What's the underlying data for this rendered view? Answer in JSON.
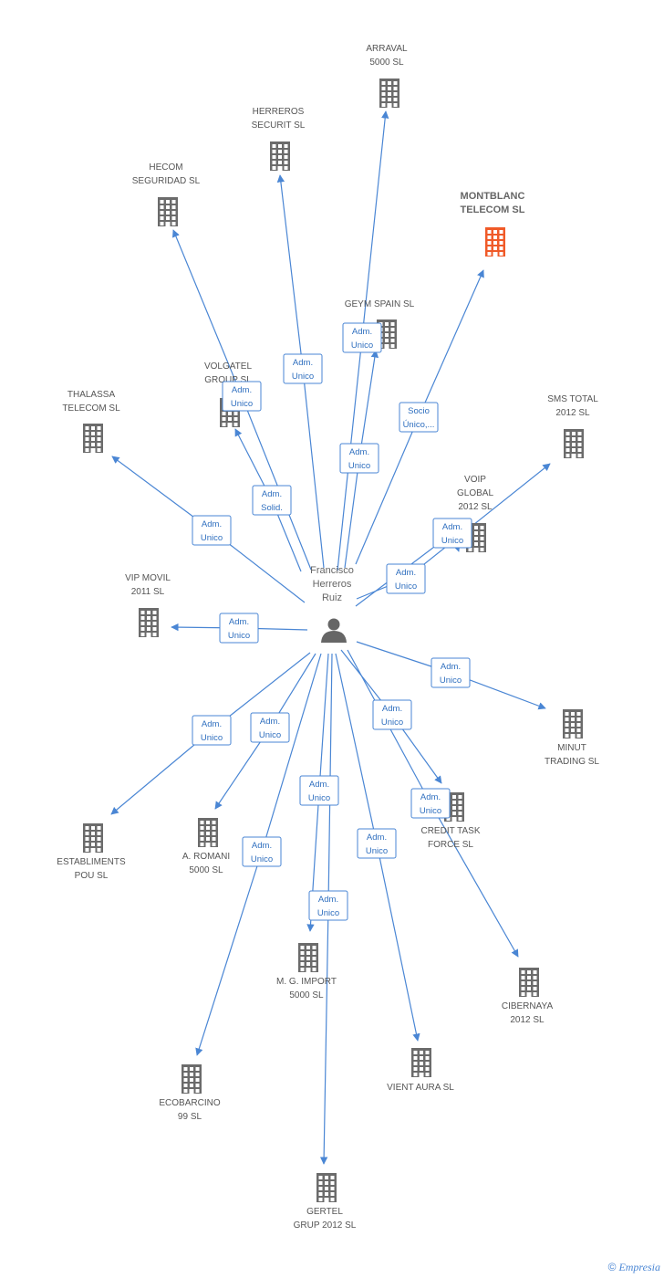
{
  "colors": {
    "edge": "#4a86d4",
    "building": "#6b6b6b",
    "highlight": "#f05a28",
    "person": "#666666"
  },
  "center": {
    "name_lines": [
      "Francisco",
      "Herreros",
      "Ruiz"
    ],
    "icon": "person-icon"
  },
  "nodes": [
    {
      "id": "arraval",
      "lines": [
        "ARRAVAL",
        "5000 SL"
      ],
      "icon": "building-icon",
      "highlight": false
    },
    {
      "id": "herreros",
      "lines": [
        "HERREROS",
        "SECURIT SL"
      ],
      "icon": "building-icon",
      "highlight": false
    },
    {
      "id": "hecom",
      "lines": [
        "HECOM",
        "SEGURIDAD SL"
      ],
      "icon": "building-icon",
      "highlight": false
    },
    {
      "id": "montblanc",
      "lines": [
        "MONTBLANC",
        "TELECOM SL"
      ],
      "icon": "building-icon",
      "highlight": true
    },
    {
      "id": "geym",
      "lines": [
        "GEYM SPAIN SL"
      ],
      "icon": "building-icon",
      "highlight": false
    },
    {
      "id": "volgatel",
      "lines": [
        "VOLGATEL",
        "GROUP SL"
      ],
      "icon": "building-icon",
      "highlight": false
    },
    {
      "id": "thalassa",
      "lines": [
        "THALASSA",
        "TELECOM SL"
      ],
      "icon": "building-icon",
      "highlight": false
    },
    {
      "id": "smstotal",
      "lines": [
        "SMS TOTAL",
        "2012 SL"
      ],
      "icon": "building-icon",
      "highlight": false
    },
    {
      "id": "voip",
      "lines": [
        "VOIP",
        "GLOBAL",
        "2012 SL"
      ],
      "icon": "building-icon",
      "highlight": false
    },
    {
      "id": "vipmovil",
      "lines": [
        "VIP MOVIL",
        "2011 SL"
      ],
      "icon": "building-icon",
      "highlight": false
    },
    {
      "id": "minut",
      "lines": [
        "MINUT",
        "TRADING SL"
      ],
      "icon": "building-icon",
      "highlight": false
    },
    {
      "id": "establiments",
      "lines": [
        "ESTABLIMENTS",
        "POU SL"
      ],
      "icon": "building-icon",
      "highlight": false
    },
    {
      "id": "aromani",
      "lines": [
        "A.  ROMANI",
        "5000 SL"
      ],
      "icon": "building-icon",
      "highlight": false
    },
    {
      "id": "credittask",
      "lines": [
        "CREDIT TASK",
        "FORCE SL"
      ],
      "icon": "building-icon",
      "highlight": false
    },
    {
      "id": "mgimport",
      "lines": [
        "M.  G. IMPORT",
        "5000 SL"
      ],
      "icon": "building-icon",
      "highlight": false
    },
    {
      "id": "cibernaya",
      "lines": [
        "CIBERNAYA",
        "2012 SL"
      ],
      "icon": "building-icon",
      "highlight": false
    },
    {
      "id": "vientaura",
      "lines": [
        "VIENT AURA SL"
      ],
      "icon": "building-icon",
      "highlight": false
    },
    {
      "id": "ecobarcino",
      "lines": [
        "ECOBARCINO",
        "99 SL"
      ],
      "icon": "building-icon",
      "highlight": false
    },
    {
      "id": "gertel",
      "lines": [
        "GERTEL",
        "GRUP 2012 SL"
      ],
      "icon": "building-icon",
      "highlight": false
    }
  ],
  "edges": [
    {
      "to": "arraval",
      "label": [
        "Adm.",
        "Unico"
      ]
    },
    {
      "to": "herreros",
      "label": [
        "Adm.",
        "Unico"
      ]
    },
    {
      "to": "hecom",
      "label": [
        "Adm.",
        "Unico"
      ]
    },
    {
      "to": "montblanc",
      "label": [
        "Socio",
        "Único,..."
      ]
    },
    {
      "to": "geym",
      "label": [
        "Adm.",
        "Unico"
      ]
    },
    {
      "to": "volgatel",
      "label": [
        "Adm.",
        "Solid."
      ]
    },
    {
      "to": "thalassa",
      "label": [
        "Adm.",
        "Unico"
      ]
    },
    {
      "to": "smstotal",
      "label": [
        "Adm.",
        "Unico"
      ]
    },
    {
      "to": "voip",
      "label": [
        "Adm.",
        "Unico"
      ]
    },
    {
      "to": "vipmovil",
      "label": [
        "Adm.",
        "Unico"
      ]
    },
    {
      "to": "minut",
      "label": [
        "Adm.",
        "Unico"
      ]
    },
    {
      "to": "establiments",
      "label": [
        "Adm.",
        "Unico"
      ]
    },
    {
      "to": "aromani",
      "label": [
        "Adm.",
        "Unico"
      ]
    },
    {
      "to": "credittask",
      "label": [
        "Adm.",
        "Unico"
      ]
    },
    {
      "to": "mgimport",
      "label": [
        "Adm.",
        "Unico"
      ]
    },
    {
      "to": "cibernaya",
      "label": [
        "Adm.",
        "Unico"
      ]
    },
    {
      "to": "vientaura",
      "label": [
        "Adm.",
        "Unico"
      ]
    },
    {
      "to": "ecobarcino",
      "label": [
        "Adm.",
        "Unico"
      ]
    },
    {
      "to": "gertel",
      "label": [
        "Adm.",
        "Unico"
      ]
    }
  ],
  "footer": {
    "copyright": "©",
    "brand": "Empresia"
  }
}
